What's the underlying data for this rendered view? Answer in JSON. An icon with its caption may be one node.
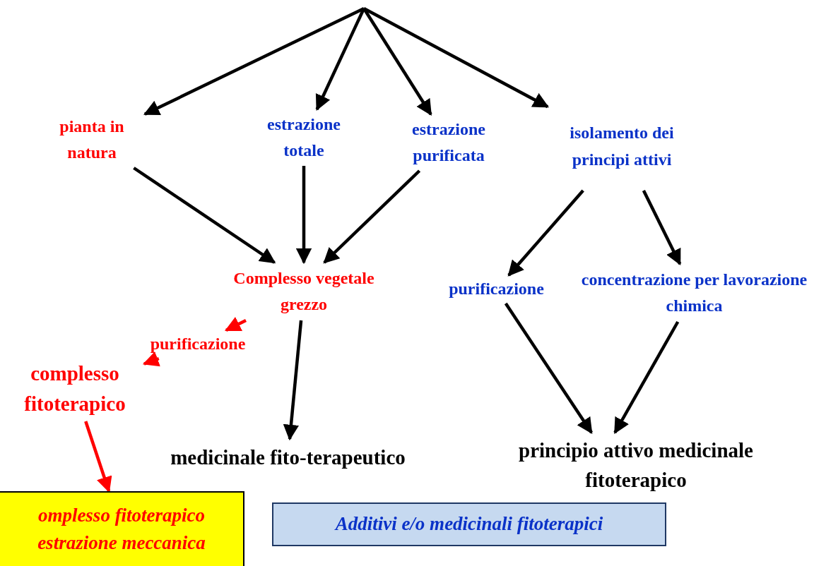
{
  "diagram": {
    "nodes": [
      {
        "text": [
          "pianta in natura"
        ]
      },
      {
        "text": [
          "estrazione totale"
        ]
      },
      {
        "text": [
          "estrazione purificata"
        ]
      },
      {
        "text": [
          "isolamento dei principi attivi"
        ]
      },
      {
        "text": [
          "Complesso vegetale grezzo"
        ]
      },
      {
        "text": [
          "purificazione"
        ]
      },
      {
        "text": [
          "complesso fitoterapico"
        ]
      },
      {
        "text": [
          "purificazione"
        ]
      },
      {
        "text": [
          "concentrazione per lavorazione chimica"
        ]
      },
      {
        "text": [
          "medicinale fito-terapeutico"
        ]
      },
      {
        "text": [
          "principio attivo medicinale fitoterapico"
        ]
      },
      {
        "text": [
          "omplesso fitoterapico estrazione meccanica"
        ]
      },
      {
        "text": [
          "Additivi e/o medicinali fitoterapici"
        ]
      }
    ],
    "edges": [
      {
        "from": null,
        "to": 0,
        "arrow": "to"
      },
      {
        "from": null,
        "to": 1,
        "arrow": "to"
      },
      {
        "from": null,
        "to": 2,
        "arrow": "to"
      },
      {
        "from": null,
        "to": 3,
        "arrow": "to"
      },
      {
        "from": 0,
        "to": 4,
        "arrow": "to"
      },
      {
        "from": 1,
        "to": 4,
        "arrow": "to"
      },
      {
        "from": 2,
        "to": 4,
        "arrow": "to"
      },
      {
        "from": 3,
        "to": 7,
        "arrow": "to"
      },
      {
        "from": 3,
        "to": 8,
        "arrow": "to"
      },
      {
        "from": 4,
        "to": 5,
        "arrow": "to",
        "color": "#ff0000"
      },
      {
        "from": 5,
        "to": 6,
        "arrow": "to",
        "color": "#ff0000"
      },
      {
        "from": 4,
        "to": 9,
        "arrow": "to"
      },
      {
        "from": 7,
        "to": 10,
        "arrow": "to"
      },
      {
        "from": 8,
        "to": 10,
        "arrow": "to"
      },
      {
        "from": 6,
        "to": 11,
        "arrow": "to",
        "color": "#ff0000"
      }
    ]
  }
}
